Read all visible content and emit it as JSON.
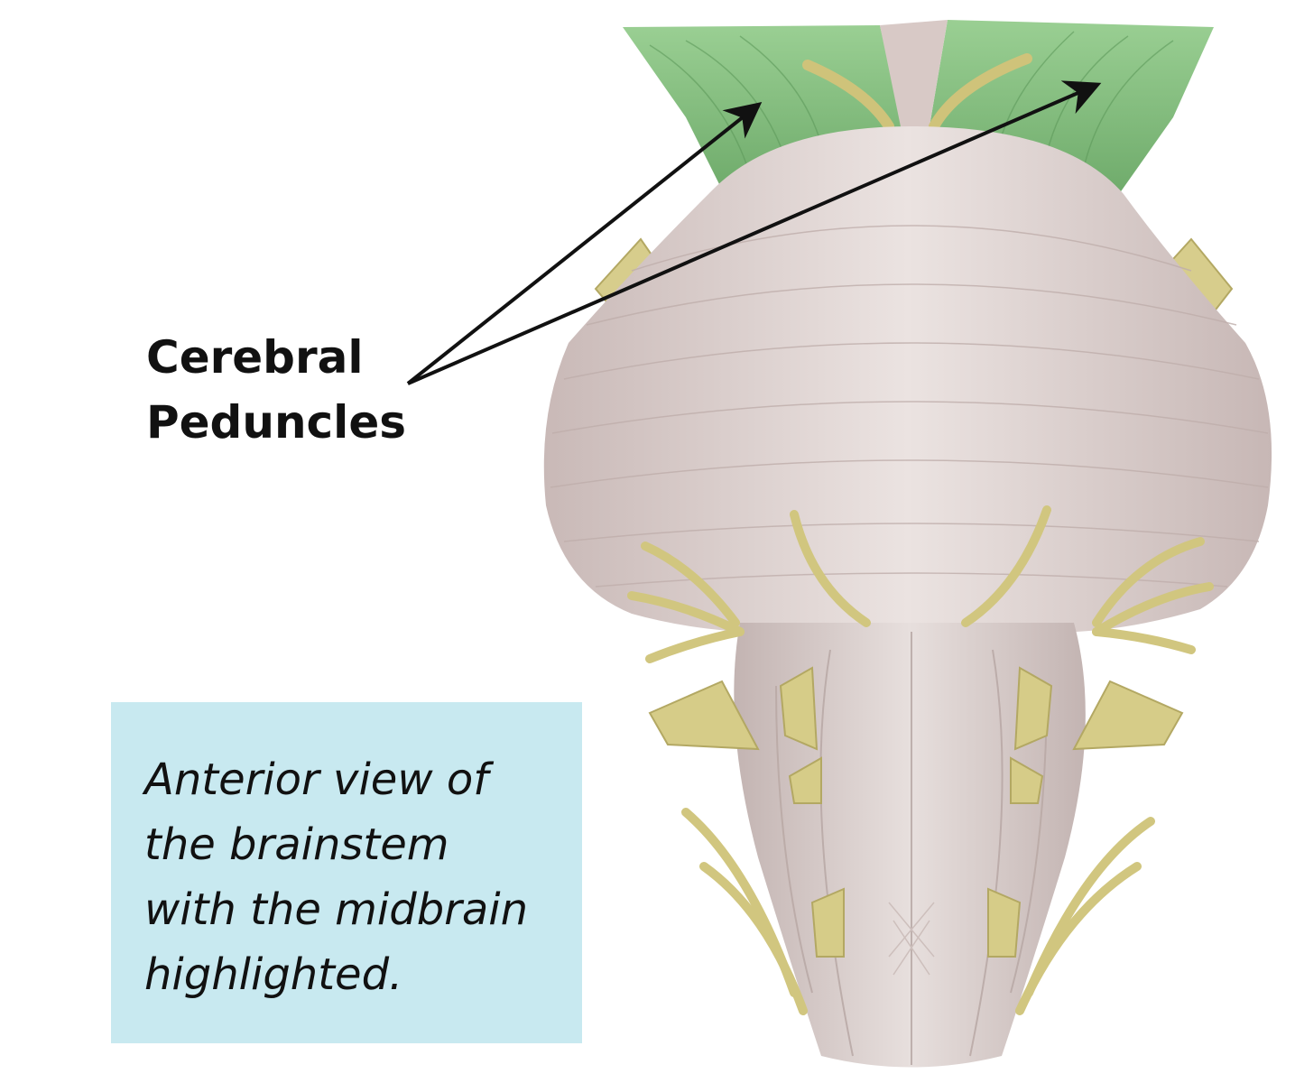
{
  "label": {
    "lines": [
      "Cerebral",
      "Peduncles"
    ]
  },
  "caption": {
    "lines": [
      "Anterior view of",
      "the brainstem",
      "with the midbrain",
      "highlighted."
    ]
  },
  "colors": {
    "midbrain_highlight": "#8fc48a",
    "pons": "#d9cdcc",
    "medulla": "#dcd2d0",
    "nerve": "#d4cc8a",
    "caption_background": "#c8e9f0",
    "arrow": "#111111"
  }
}
